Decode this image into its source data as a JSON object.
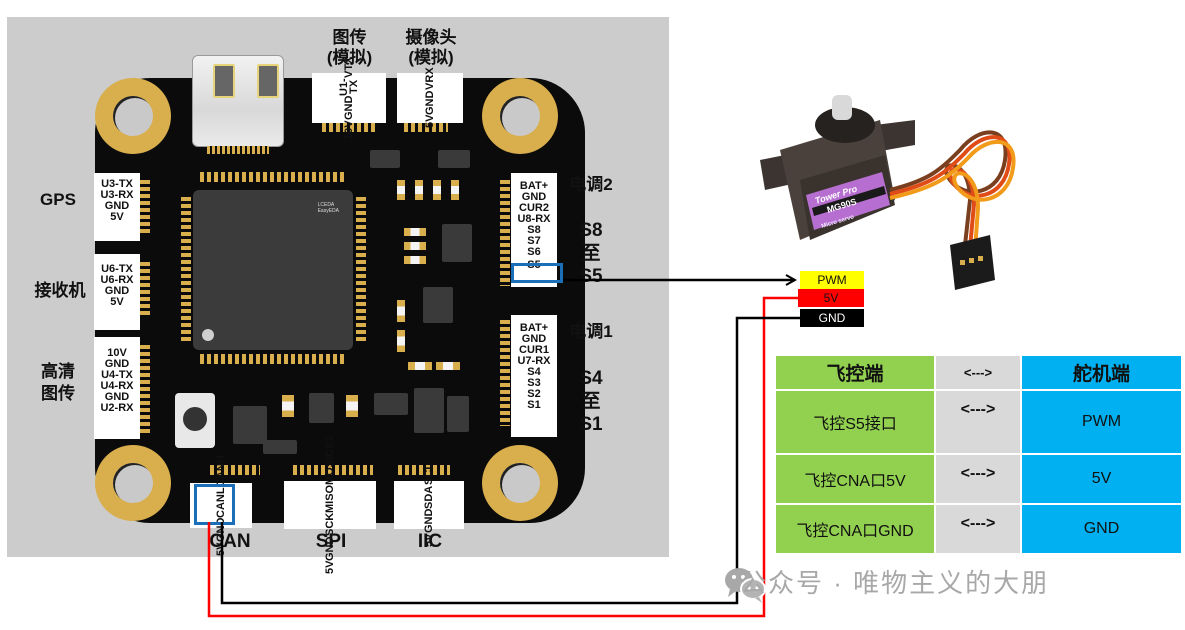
{
  "top_connectors": [
    {
      "title": [
        "图传",
        "(模拟)"
      ],
      "pins": [
        "10V",
        "GND",
        "U1-TX",
        "VTX"
      ]
    },
    {
      "title": [
        "摄像头",
        "(模拟)"
      ],
      "pins": [
        "5V",
        "GND",
        "VRX"
      ]
    }
  ],
  "left_connectors": [
    {
      "label": [
        "GPS"
      ],
      "pins": [
        "U3-TX",
        "U3-RX",
        "GND",
        "5V"
      ]
    },
    {
      "label": [
        "接收机"
      ],
      "pins": [
        "U6-TX",
        "U6-RX",
        "GND",
        "5V"
      ]
    },
    {
      "label": [
        "高清",
        "图传"
      ],
      "pins": [
        "10V",
        "GND",
        "U4-TX",
        "U4-RX",
        "GND",
        "U2-RX"
      ]
    }
  ],
  "right_connectors": [
    {
      "title": "电调2",
      "range": [
        "S8",
        "至",
        "S5"
      ],
      "pins": [
        "BAT+",
        "GND",
        "CUR2",
        "U8-RX",
        "S8",
        "S7",
        "S6",
        "S5"
      ],
      "highlighted_pin": "S5"
    },
    {
      "title": "电调1",
      "range": [
        "S4",
        "至",
        "S1"
      ],
      "pins": [
        "BAT+",
        "GND",
        "CUR1",
        "U7-RX",
        "S4",
        "S3",
        "S2",
        "S1"
      ]
    }
  ],
  "bottom_connectors": [
    {
      "label": "CAN",
      "pins": [
        "5V",
        "GND",
        "CANL",
        "CANH"
      ],
      "highlighted_pins": [
        "5V",
        "GND"
      ]
    },
    {
      "label": "SPI",
      "pins": [
        "5V",
        "GND",
        "SCK",
        "MISO",
        "MOSI",
        "CS1"
      ]
    },
    {
      "label": "IIC",
      "pins": [
        "5V",
        "GND",
        "SDA",
        "SCL"
      ]
    }
  ],
  "mcu_logo": [
    "LCEDA",
    "EasyEDA"
  ],
  "servo": {
    "brand": "Tower Pro",
    "model": "MG90S",
    "subtitle": "Micro servo",
    "wires": [
      {
        "label": "PWM",
        "color": "#ffff00",
        "text_color": "#111111"
      },
      {
        "label": "5V",
        "color": "#ff0000",
        "text_color": "#111111"
      },
      {
        "label": "GND",
        "color": "#000000",
        "text_color": "#ffffff"
      }
    ]
  },
  "wire_colors": {
    "signal": "#000000",
    "power": "#ff0000",
    "ground": "#000000",
    "highlight_box": "#1a6fb8"
  },
  "table": {
    "headers": [
      "飞控端",
      "<--->",
      "舵机端"
    ],
    "rows": [
      [
        "飞控S5接口",
        "<--->",
        "PWM"
      ],
      [
        "飞控CNA口5V",
        "<--->",
        "5V"
      ],
      [
        "飞控CNA口GND",
        "<--->",
        "GND"
      ]
    ],
    "colors": {
      "left": "#92d050",
      "middle": "#d9d9d9",
      "right": "#00b0f0"
    }
  },
  "watermark": "公众号 · 唯物主义的大朋"
}
